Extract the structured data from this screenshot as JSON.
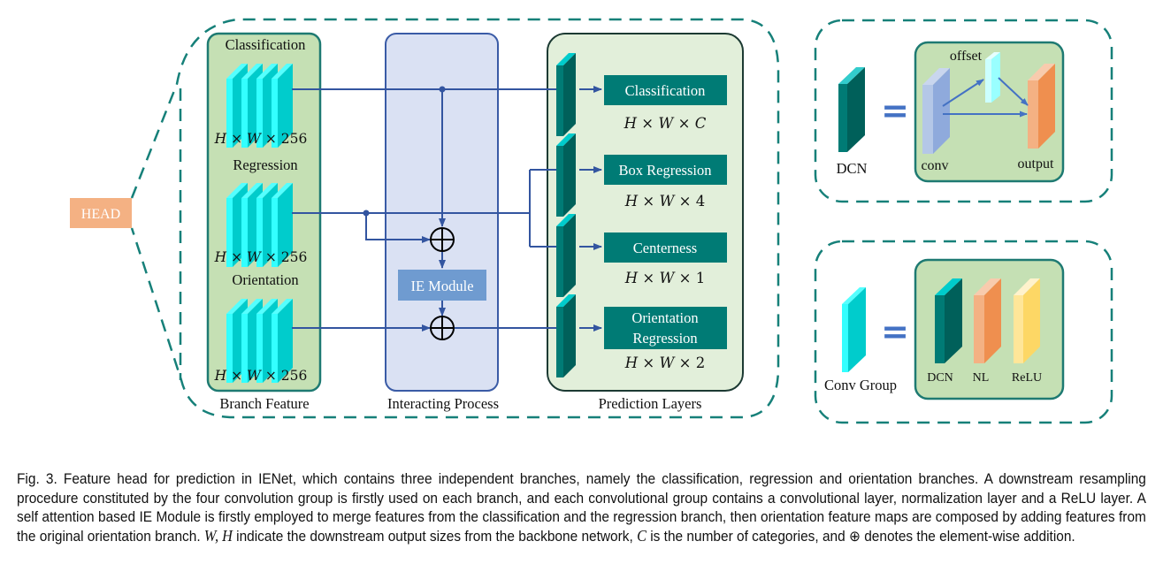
{
  "head_label": "HEAD",
  "branch_feature": {
    "title": "Branch Feature",
    "branches": [
      {
        "name": "Classification",
        "dims": [
          "H",
          "W",
          "256"
        ]
      },
      {
        "name": "Regression",
        "dims": [
          "H",
          "W",
          "256"
        ]
      },
      {
        "name": "Orientation",
        "dims": [
          "H",
          "W",
          "256"
        ]
      }
    ]
  },
  "interacting_process": {
    "title": "Interacting Process",
    "module_label": "IE Module",
    "add_symbol": "⊕"
  },
  "prediction_layers": {
    "title": "Prediction Layers",
    "outputs": [
      {
        "label_lines": [
          "Classification"
        ],
        "dims": [
          "H",
          "W",
          "C"
        ]
      },
      {
        "label_lines": [
          "Box Regression"
        ],
        "dims": [
          "H",
          "W",
          "4"
        ]
      },
      {
        "label_lines": [
          "Centerness"
        ],
        "dims": [
          "H",
          "W",
          "1"
        ]
      },
      {
        "label_lines": [
          "Orientation",
          "Regression"
        ],
        "dims": [
          "H",
          "W",
          "2"
        ]
      }
    ]
  },
  "dcn_legend": {
    "symbol_label": "DCN",
    "equals": "=",
    "parts": {
      "input": "conv",
      "offset": "offset",
      "output": "output"
    }
  },
  "conv_group_legend": {
    "symbol_label": "Conv Group",
    "equals": "=",
    "parts": [
      "DCN",
      "NL",
      "ReLU"
    ]
  },
  "colors": {
    "dashed_border": "#168079",
    "green_panel": "#c5e0b4",
    "green_panel_border": "#1e7a72",
    "blue_panel": "#dae1f3",
    "blue_panel_border": "#3a5ba6",
    "pred_panel": "#e2efda",
    "pred_panel_border": "#1c3a33",
    "teal_box": "#007b75",
    "teal_dark": "#00605a",
    "cyan_light": "#33ffff",
    "cyan_mid": "#00cccc",
    "arrow": "#3355a0",
    "head_box": "#f4b183",
    "ie_module": "#6f9bd0",
    "orange_light": "#f4b183",
    "orange_dark": "#ef8f4f",
    "yellow_light": "#ffe699",
    "yellow_dark": "#fdd765",
    "conv_light": "#b4c7e7",
    "conv_dark": "#8faadc",
    "offset_light": "#ccffff",
    "offset_dark": "#99ffff"
  },
  "caption": {
    "segments": [
      {
        "t": "Fig. 3. Feature head for prediction in IENet, which contains three independent branches, namely the classification, regression and orientation branches. A downstream resampling procedure constituted by the four convolution group is firstly used on each branch, and each convolutional group contains a convolutional layer, normalization layer and a ReLU layer. A self attention based IE Module is firstly employed to merge features from the classification and the regression branch, then orientation feature maps are composed by adding features from the original orientation branch. "
      },
      {
        "m": "W, H"
      },
      {
        "t": " indicate the downstream output sizes from the backbone network, "
      },
      {
        "m": "C"
      },
      {
        "t": " is the number of categories, and ⊕ denotes the element-wise addition."
      }
    ]
  }
}
